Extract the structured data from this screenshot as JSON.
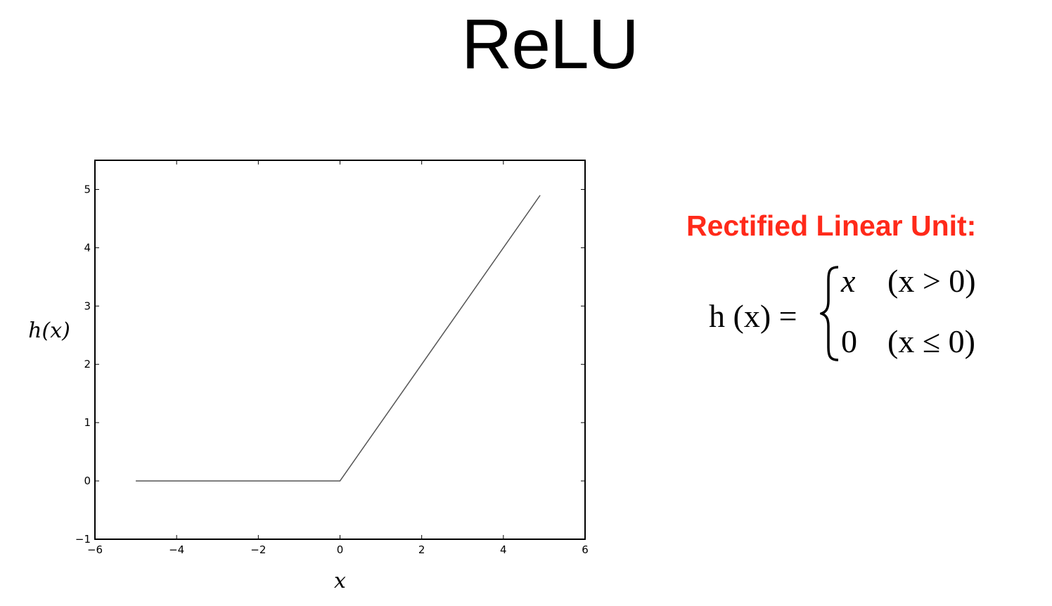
{
  "slide": {
    "title": "ReLU"
  },
  "definition": {
    "heading": "Rectified Linear Unit:",
    "heading_color": "#ff2a1a",
    "lhs": "h (x) =",
    "case_1_value": "x",
    "case_1_condition": "(x > 0)",
    "case_2_value": "0",
    "case_2_condition": "(x ≤ 0)"
  },
  "chart_data": {
    "type": "line",
    "xlabel": "x",
    "ylabel": "h(x)",
    "xlim": [
      -6,
      6
    ],
    "ylim": [
      -1,
      5.5
    ],
    "xticks": [
      -6,
      -4,
      -2,
      0,
      2,
      4,
      6
    ],
    "xtick_labels": [
      "−6",
      "−4",
      "−2",
      "0",
      "2",
      "4",
      "6"
    ],
    "yticks": [
      -1,
      0,
      1,
      2,
      3,
      4,
      5
    ],
    "ytick_labels": [
      "−1",
      "0",
      "1",
      "2",
      "3",
      "4",
      "5"
    ],
    "grid": false,
    "series": [
      {
        "color": "#555555",
        "x": [
          -5,
          0,
          4.9
        ],
        "y": [
          0,
          0,
          4.9
        ]
      }
    ]
  }
}
